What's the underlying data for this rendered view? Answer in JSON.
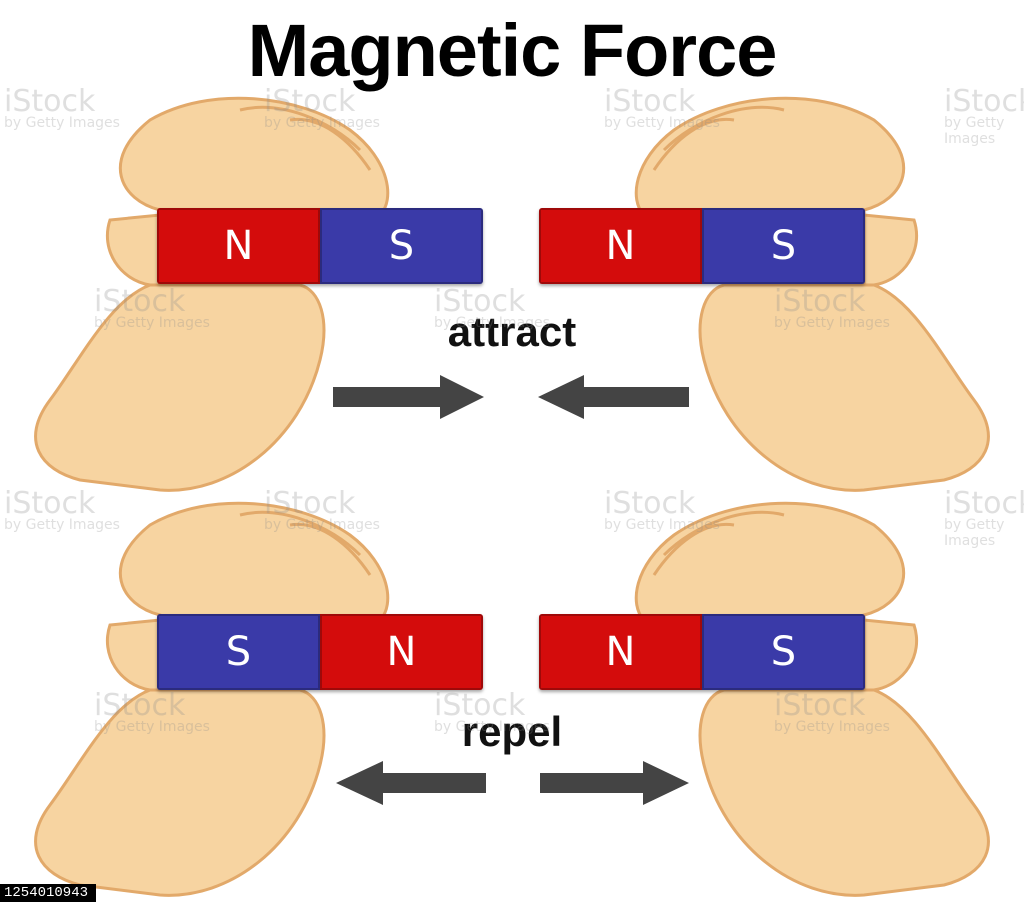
{
  "title": "Magnetic Force",
  "attract": {
    "label": "attract",
    "left_magnet": {
      "pole_left": "N",
      "pole_right": "S"
    },
    "right_magnet": {
      "pole_left": "N",
      "pole_right": "S"
    }
  },
  "repel": {
    "label": "repel",
    "left_magnet": {
      "pole_left": "S",
      "pole_right": "N"
    },
    "right_magnet": {
      "pole_left": "N",
      "pole_right": "S"
    }
  },
  "image_id": "1254010943",
  "watermark": {
    "brand": "iStock",
    "credit": "by Getty Images"
  },
  "colors": {
    "north": "#d40c0c",
    "south": "#3a3aa8",
    "skin": "#f7d4a1",
    "skin_outline": "#e2a96a",
    "arrow": "#444444"
  }
}
